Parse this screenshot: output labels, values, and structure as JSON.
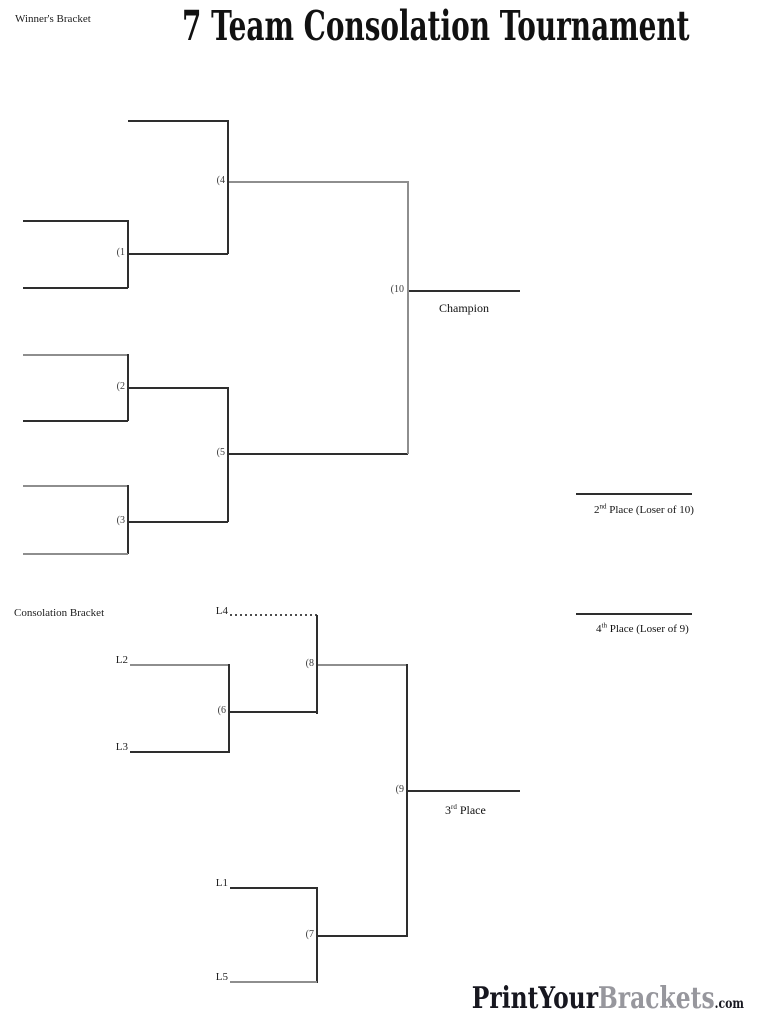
{
  "header": {
    "winners_bracket_label": "Winner's Bracket",
    "title": "7 Team Consolation Tournament",
    "consolation_bracket_label": "Consolation Bracket"
  },
  "games": {
    "g1": "(1",
    "g2": "(2",
    "g3": "(3",
    "g4": "(4",
    "g5": "(5",
    "g6": "(6",
    "g7": "(7",
    "g8": "(8",
    "g9": "(9",
    "g10": "(10"
  },
  "seeds": {
    "l1": "L1",
    "l2": "L2",
    "l3": "L3",
    "l4": "L4",
    "l5": "L5"
  },
  "placements": {
    "champion_label": "Champion",
    "second_num": "2",
    "second_sup": "nd",
    "second_rest": " Place (Loser of 10)",
    "third_num": "3",
    "third_sup": "rd",
    "third_rest": " Place",
    "fourth_num": "4",
    "fourth_sup": "th",
    "fourth_rest": " Place (Loser of 9)"
  },
  "logo": {
    "print_your": "PrintYour",
    "brackets": "Brackets",
    "dotcom": ".com"
  },
  "colors": {
    "line_dark": "#2e2e2e",
    "line_gray": "#8e8e8e",
    "logo_dark": "#17171f",
    "logo_gray": "#97979d"
  }
}
